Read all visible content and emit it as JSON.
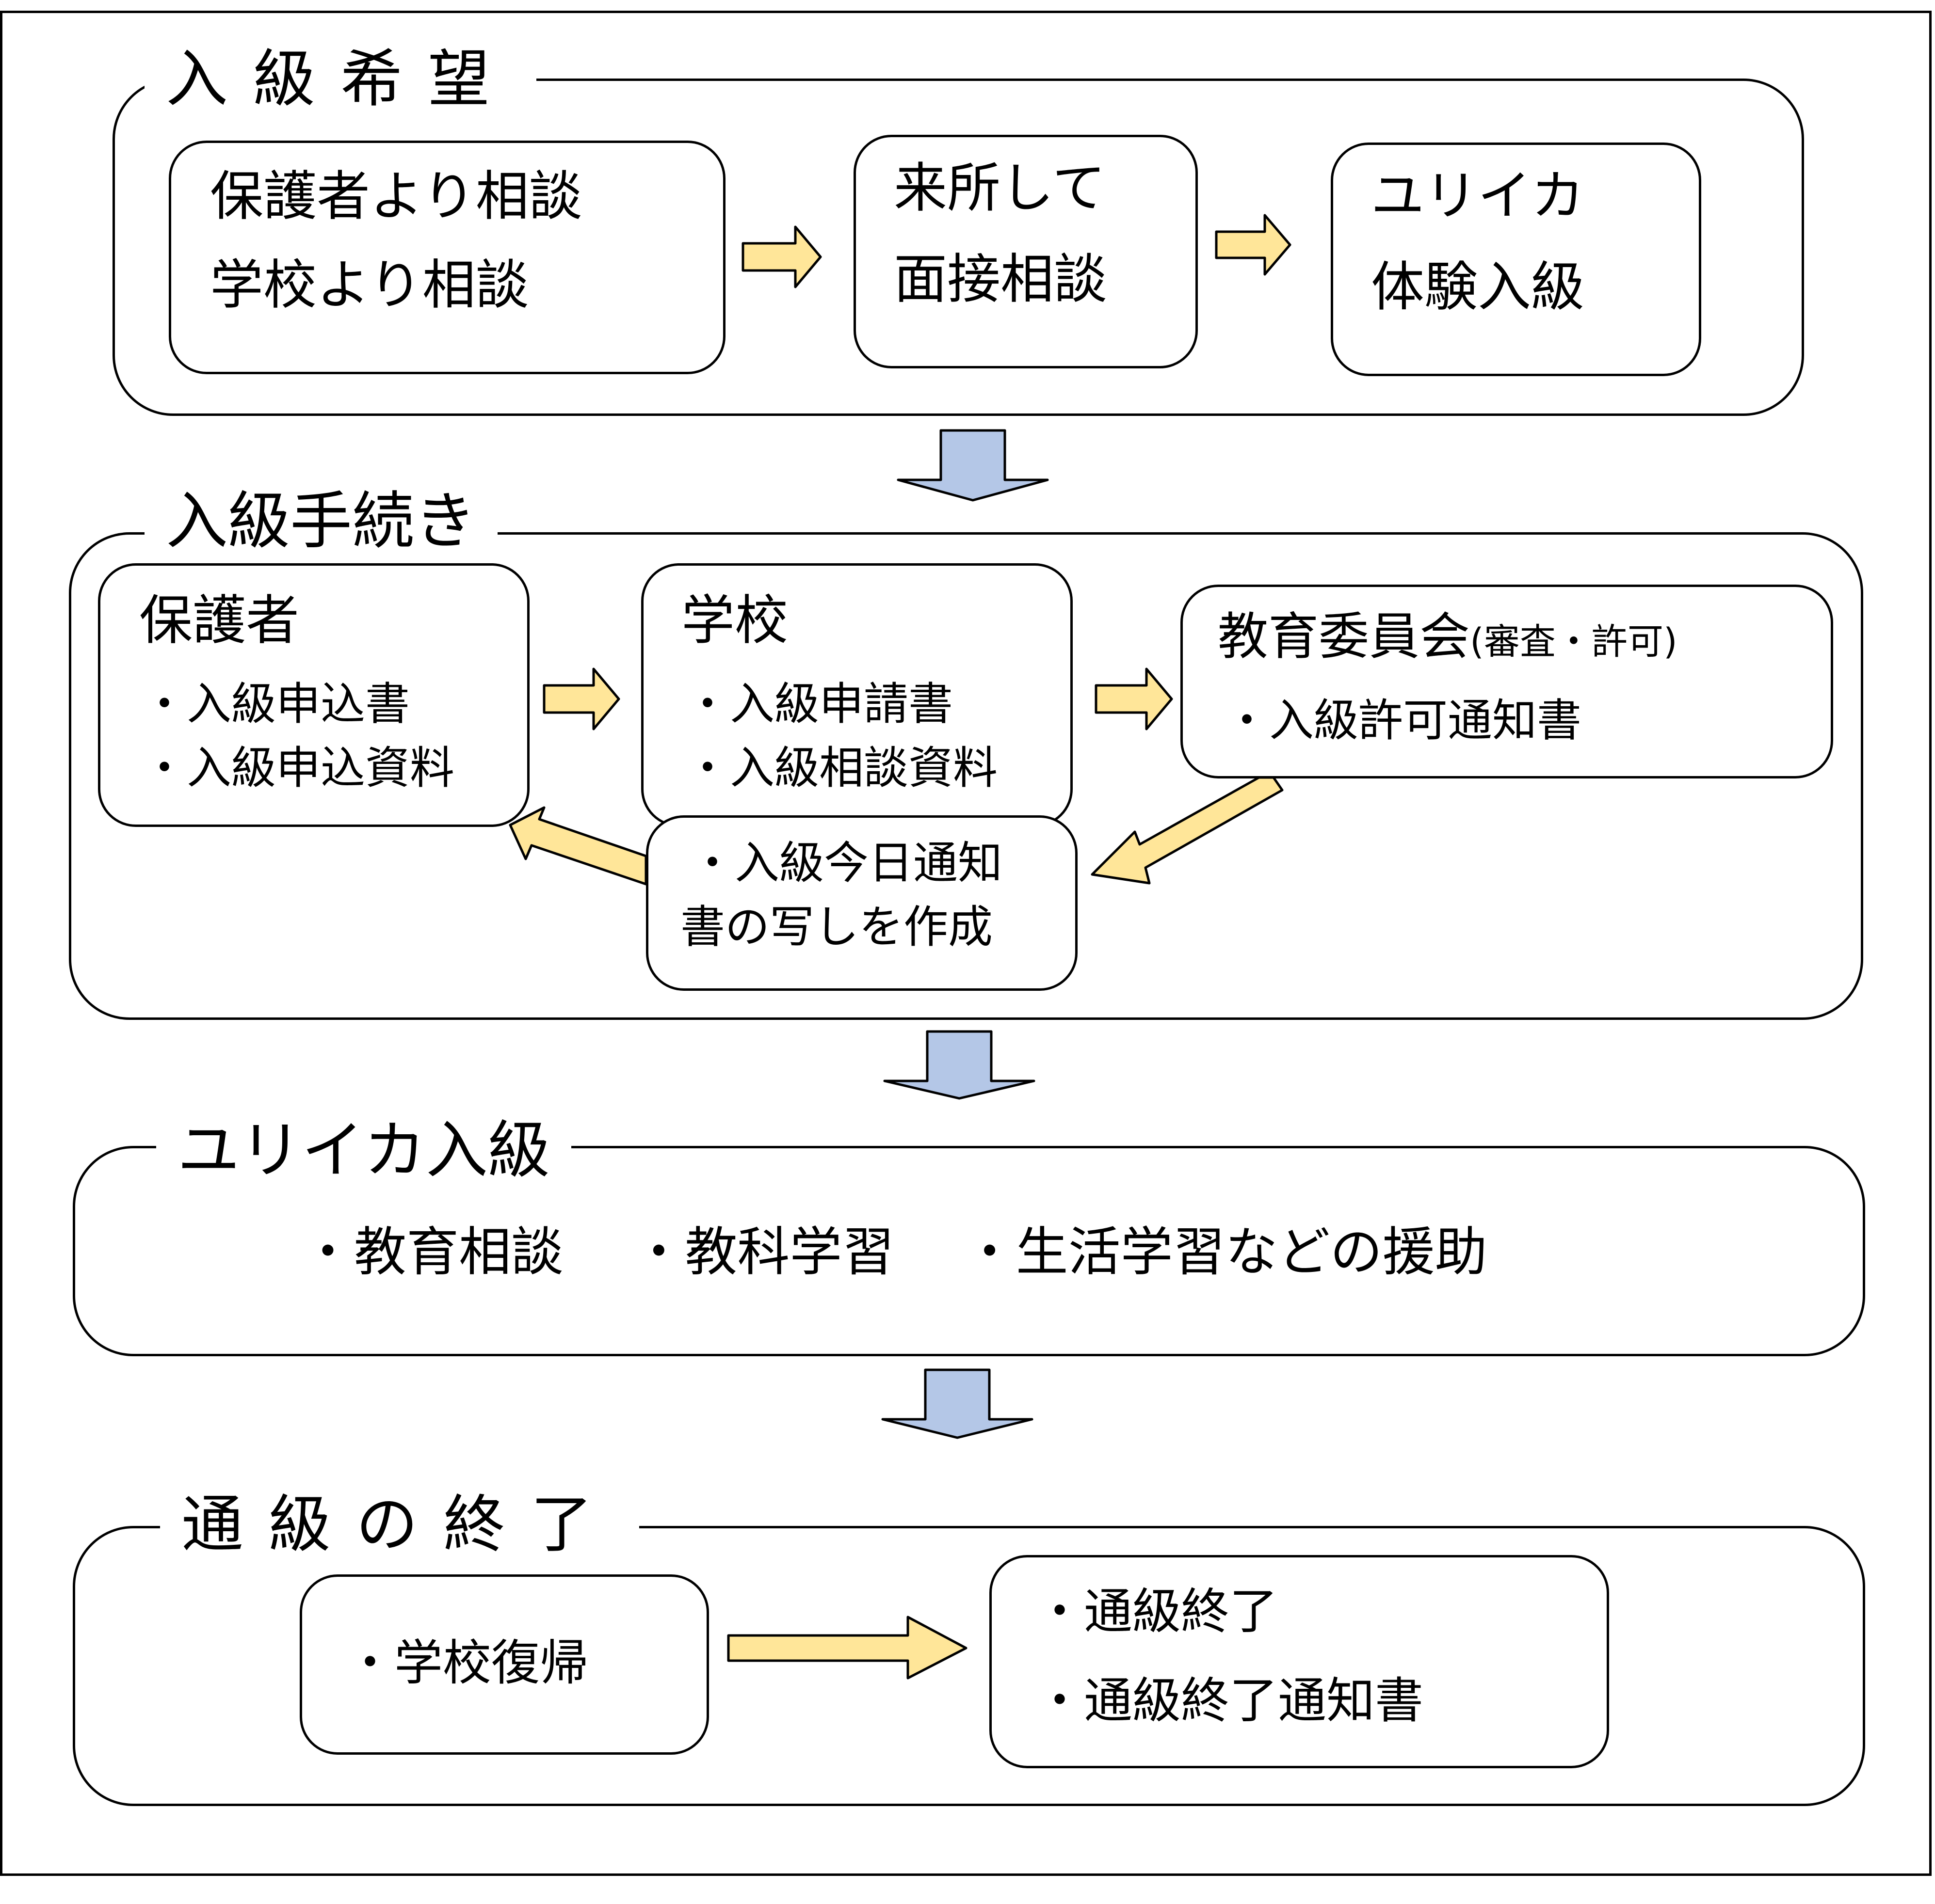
{
  "sections": {
    "hope": {
      "title": "入級希望",
      "box1": {
        "line1": "保護者より相談",
        "line2": "学校より相談"
      },
      "box2": {
        "line1": "来所して",
        "line2": "面接相談"
      },
      "box3": {
        "line1": "ユリイカ",
        "line2": "体験入級"
      }
    },
    "procedure": {
      "title": "入級手続き",
      "guardian": {
        "heading": "保護者",
        "item1": "・入級申込書",
        "item2": "・入級申込資料"
      },
      "school": {
        "heading": "学校",
        "item1": "・入級申請書",
        "item2": "・入級相談資料"
      },
      "board": {
        "heading": "教育委員会",
        "heading_note": "(審査・許可)",
        "item1": "・入級許可通知書"
      },
      "copy": {
        "line1": "・入級今日通知",
        "line2": "書の写しを作成"
      }
    },
    "enroll": {
      "title": "ユリイカ入級",
      "items": "・教育相談　 ・教科学習　 ・生活学習などの援助"
    },
    "end": {
      "title": "通級の終了",
      "box1": {
        "item1": "・学校復帰"
      },
      "box2": {
        "item1": "・通級終了",
        "item2": "・通級終了通知書"
      }
    }
  },
  "colors": {
    "arrow_fill": "#FFE699",
    "down_arrow_fill": "#B4C7E7",
    "stroke": "#000000"
  }
}
